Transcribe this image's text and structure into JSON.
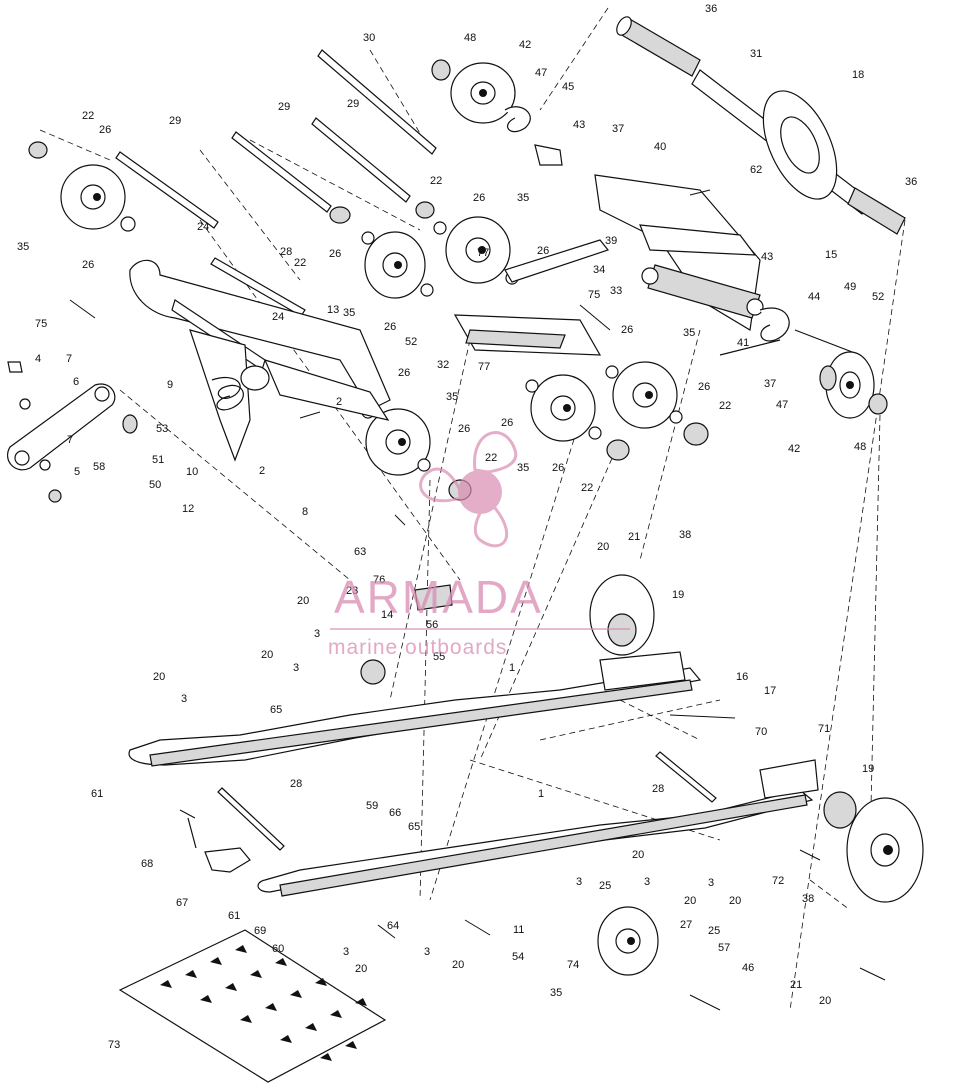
{
  "watermark": {
    "brand": "ARMADA",
    "subtitle": "marine outboards",
    "color": "#d98cb3",
    "icon": "propeller-logo-icon"
  },
  "callouts": [
    {
      "id": "c36a",
      "text": "36"
    },
    {
      "id": "c31",
      "text": "31"
    },
    {
      "id": "c18",
      "text": "18"
    },
    {
      "id": "c36b",
      "text": "36"
    },
    {
      "id": "c30",
      "text": "30"
    },
    {
      "id": "c48a",
      "text": "48"
    },
    {
      "id": "c42a",
      "text": "42"
    },
    {
      "id": "c47a",
      "text": "47"
    },
    {
      "id": "c45",
      "text": "45"
    },
    {
      "id": "c43a",
      "text": "43"
    },
    {
      "id": "c37a",
      "text": "37"
    },
    {
      "id": "c40",
      "text": "40"
    },
    {
      "id": "c62",
      "text": "62"
    },
    {
      "id": "c22a",
      "text": "22"
    },
    {
      "id": "c26a",
      "text": "26"
    },
    {
      "id": "c29a",
      "text": "29"
    },
    {
      "id": "c29b",
      "text": "29"
    },
    {
      "id": "c29c",
      "text": "29"
    },
    {
      "id": "c22b",
      "text": "22"
    },
    {
      "id": "c26b",
      "text": "26"
    },
    {
      "id": "c35a",
      "text": "35"
    },
    {
      "id": "c35b",
      "text": "35"
    },
    {
      "id": "c26c",
      "text": "26"
    },
    {
      "id": "c24a",
      "text": "24"
    },
    {
      "id": "c28a",
      "text": "28"
    },
    {
      "id": "c22c",
      "text": "22"
    },
    {
      "id": "c26d",
      "text": "26"
    },
    {
      "id": "c35c",
      "text": "35"
    },
    {
      "id": "c26e",
      "text": "26"
    },
    {
      "id": "c77a",
      "text": "77"
    },
    {
      "id": "c26f",
      "text": "26"
    },
    {
      "id": "c39",
      "text": "39"
    },
    {
      "id": "c34",
      "text": "34"
    },
    {
      "id": "c33",
      "text": "33"
    },
    {
      "id": "c43b",
      "text": "43"
    },
    {
      "id": "c15",
      "text": "15"
    },
    {
      "id": "c44",
      "text": "44"
    },
    {
      "id": "c49",
      "text": "49"
    },
    {
      "id": "c52a",
      "text": "52"
    },
    {
      "id": "c75a",
      "text": "75"
    },
    {
      "id": "c75b",
      "text": "75"
    },
    {
      "id": "c24b",
      "text": "24"
    },
    {
      "id": "c13",
      "text": "13"
    },
    {
      "id": "c52b",
      "text": "52"
    },
    {
      "id": "c26g",
      "text": "26"
    },
    {
      "id": "c35d",
      "text": "35"
    },
    {
      "id": "c41",
      "text": "41"
    },
    {
      "id": "c37b",
      "text": "37"
    },
    {
      "id": "c4",
      "text": "4"
    },
    {
      "id": "c7a",
      "text": "7"
    },
    {
      "id": "c6",
      "text": "6"
    },
    {
      "id": "c9",
      "text": "9"
    },
    {
      "id": "c32",
      "text": "32"
    },
    {
      "id": "c77b",
      "text": "77"
    },
    {
      "id": "c26h",
      "text": "26"
    },
    {
      "id": "c47b",
      "text": "47"
    },
    {
      "id": "c42b",
      "text": "42"
    },
    {
      "id": "c48b",
      "text": "48"
    },
    {
      "id": "c26i",
      "text": "26"
    },
    {
      "id": "c22d",
      "text": "22"
    },
    {
      "id": "c35e",
      "text": "35"
    },
    {
      "id": "c26j",
      "text": "26"
    },
    {
      "id": "c22e",
      "text": "22"
    },
    {
      "id": "c35f",
      "text": "35"
    },
    {
      "id": "c26k",
      "text": "26"
    },
    {
      "id": "c22f",
      "text": "22"
    },
    {
      "id": "c26l",
      "text": "26"
    },
    {
      "id": "c2a",
      "text": "2"
    },
    {
      "id": "c2b",
      "text": "2"
    },
    {
      "id": "c53",
      "text": "53"
    },
    {
      "id": "c7b",
      "text": "7"
    },
    {
      "id": "c51",
      "text": "51"
    },
    {
      "id": "c58",
      "text": "58"
    },
    {
      "id": "c5",
      "text": "5"
    },
    {
      "id": "c50",
      "text": "50"
    },
    {
      "id": "c10",
      "text": "10"
    },
    {
      "id": "c12",
      "text": "12"
    },
    {
      "id": "c8",
      "text": "8"
    },
    {
      "id": "c63",
      "text": "63"
    },
    {
      "id": "c20a",
      "text": "20"
    },
    {
      "id": "c21a",
      "text": "21"
    },
    {
      "id": "c38a",
      "text": "38"
    },
    {
      "id": "c76",
      "text": "76"
    },
    {
      "id": "c23",
      "text": "23"
    },
    {
      "id": "c19a",
      "text": "19"
    },
    {
      "id": "c20b",
      "text": "20"
    },
    {
      "id": "c14",
      "text": "14"
    },
    {
      "id": "c3a",
      "text": "3"
    },
    {
      "id": "c56",
      "text": "56"
    },
    {
      "id": "c20c",
      "text": "20"
    },
    {
      "id": "c55",
      "text": "55"
    },
    {
      "id": "c3b",
      "text": "3"
    },
    {
      "id": "c1a",
      "text": "1"
    },
    {
      "id": "c20d",
      "text": "20"
    },
    {
      "id": "c3c",
      "text": "3"
    },
    {
      "id": "c16",
      "text": "16"
    },
    {
      "id": "c17",
      "text": "17"
    },
    {
      "id": "c65a",
      "text": "65"
    },
    {
      "id": "c70",
      "text": "70"
    },
    {
      "id": "c71",
      "text": "71"
    },
    {
      "id": "c61a",
      "text": "61"
    },
    {
      "id": "c28b",
      "text": "28"
    },
    {
      "id": "c19b",
      "text": "19"
    },
    {
      "id": "c28c",
      "text": "28"
    },
    {
      "id": "c1b",
      "text": "1"
    },
    {
      "id": "c59",
      "text": "59"
    },
    {
      "id": "c66",
      "text": "66"
    },
    {
      "id": "c65b",
      "text": "65"
    },
    {
      "id": "c68",
      "text": "68"
    },
    {
      "id": "c20e",
      "text": "20"
    },
    {
      "id": "c3d",
      "text": "3"
    },
    {
      "id": "c20f",
      "text": "20"
    },
    {
      "id": "c3e",
      "text": "3"
    },
    {
      "id": "c20g",
      "text": "20"
    },
    {
      "id": "c72",
      "text": "72"
    },
    {
      "id": "c38b",
      "text": "38"
    },
    {
      "id": "c67",
      "text": "67"
    },
    {
      "id": "c61b",
      "text": "61"
    },
    {
      "id": "c69",
      "text": "69"
    },
    {
      "id": "c25a",
      "text": "25"
    },
    {
      "id": "c3f",
      "text": "3"
    },
    {
      "id": "c11",
      "text": "11"
    },
    {
      "id": "c60",
      "text": "60"
    },
    {
      "id": "c64",
      "text": "64"
    },
    {
      "id": "c3g",
      "text": "3"
    },
    {
      "id": "c20h",
      "text": "20"
    },
    {
      "id": "c3h",
      "text": "3"
    },
    {
      "id": "c20i",
      "text": "20"
    },
    {
      "id": "c54",
      "text": "54"
    },
    {
      "id": "c74",
      "text": "74"
    },
    {
      "id": "c27",
      "text": "27"
    },
    {
      "id": "c25b",
      "text": "25"
    },
    {
      "id": "c57",
      "text": "57"
    },
    {
      "id": "c46",
      "text": "46"
    },
    {
      "id": "c35g",
      "text": "35"
    },
    {
      "id": "c21b",
      "text": "21"
    },
    {
      "id": "c20j",
      "text": "20"
    },
    {
      "id": "c73",
      "text": "73"
    }
  ]
}
